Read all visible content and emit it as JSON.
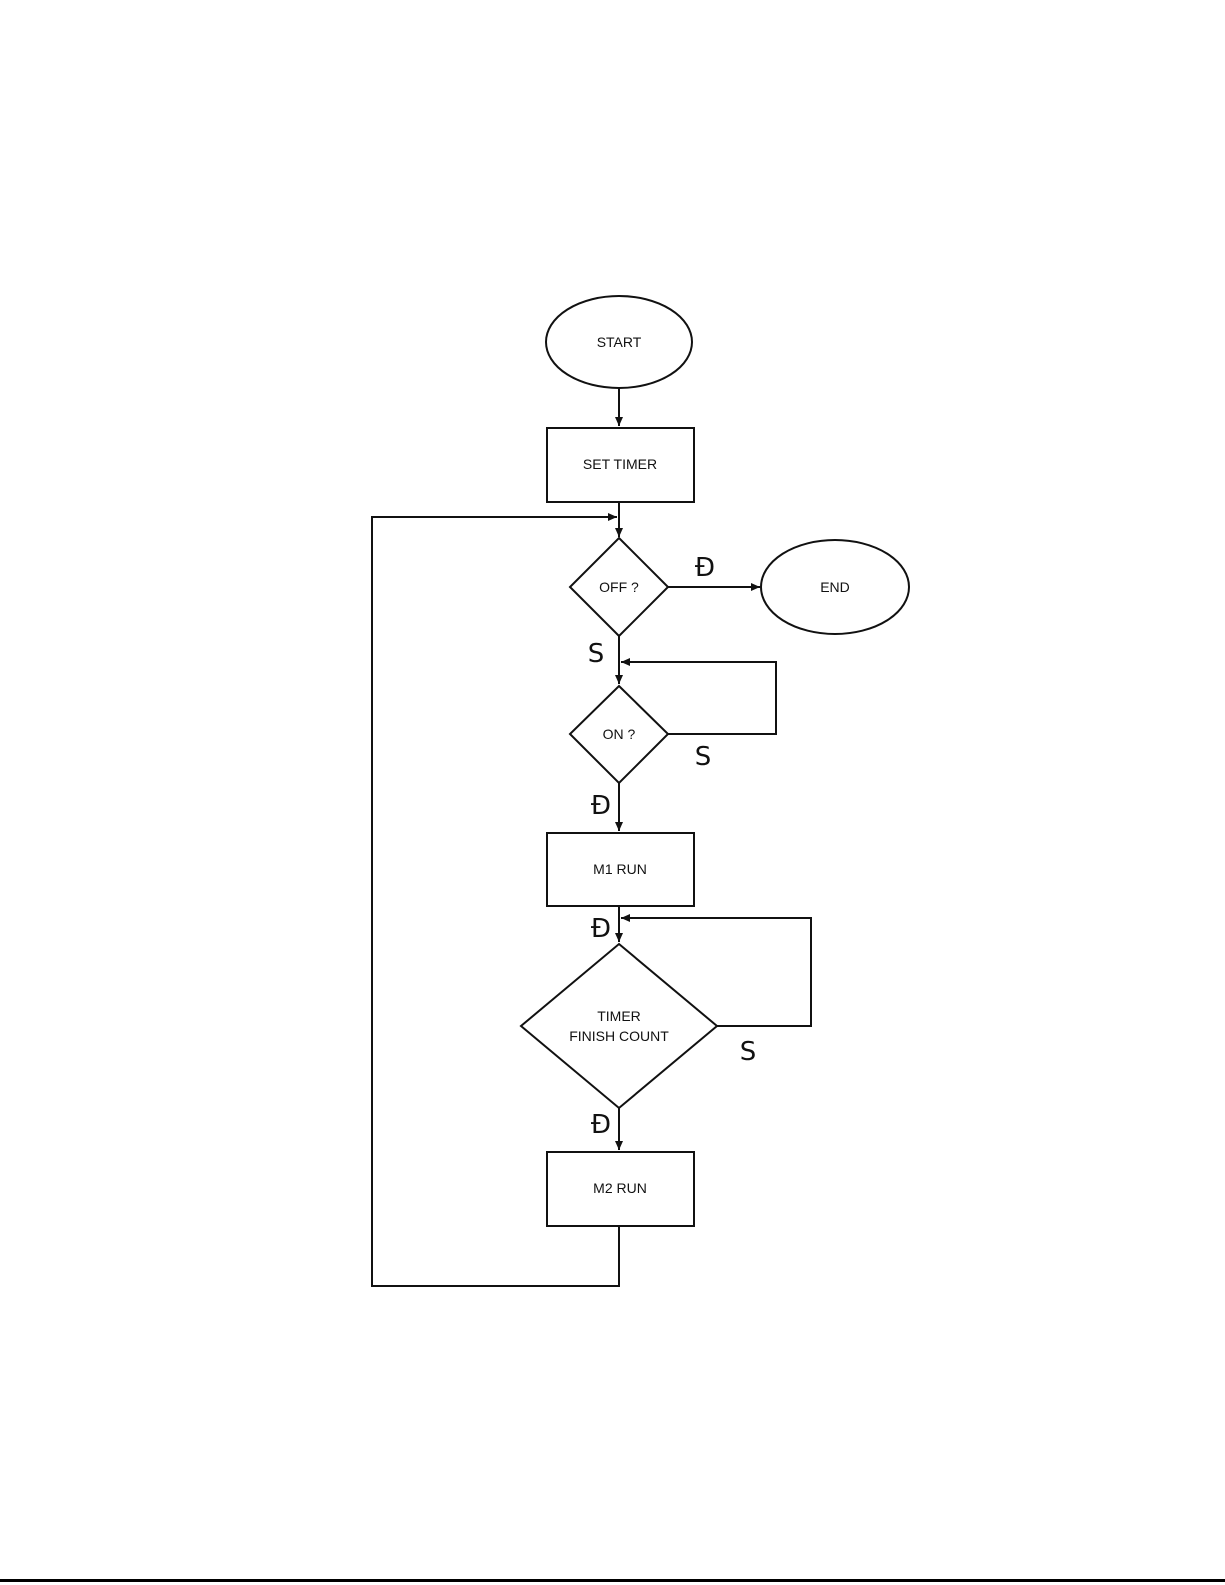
{
  "diagram": {
    "nodes": {
      "start": "START",
      "set_timer": "SET TIMER",
      "off_check": "OFF ?",
      "end": "END",
      "on_check": "ON ?",
      "m1_run": "M1 RUN",
      "timer_line1": "TIMER",
      "timer_line2": "FINISH COUNT",
      "m2_run": "M2 RUN"
    },
    "branch_labels": {
      "off_yes": "Đ",
      "off_no": "S",
      "on_no": "S",
      "on_yes": "Đ",
      "m1_out": "Đ",
      "timer_no": "S",
      "timer_yes": "Đ"
    }
  }
}
